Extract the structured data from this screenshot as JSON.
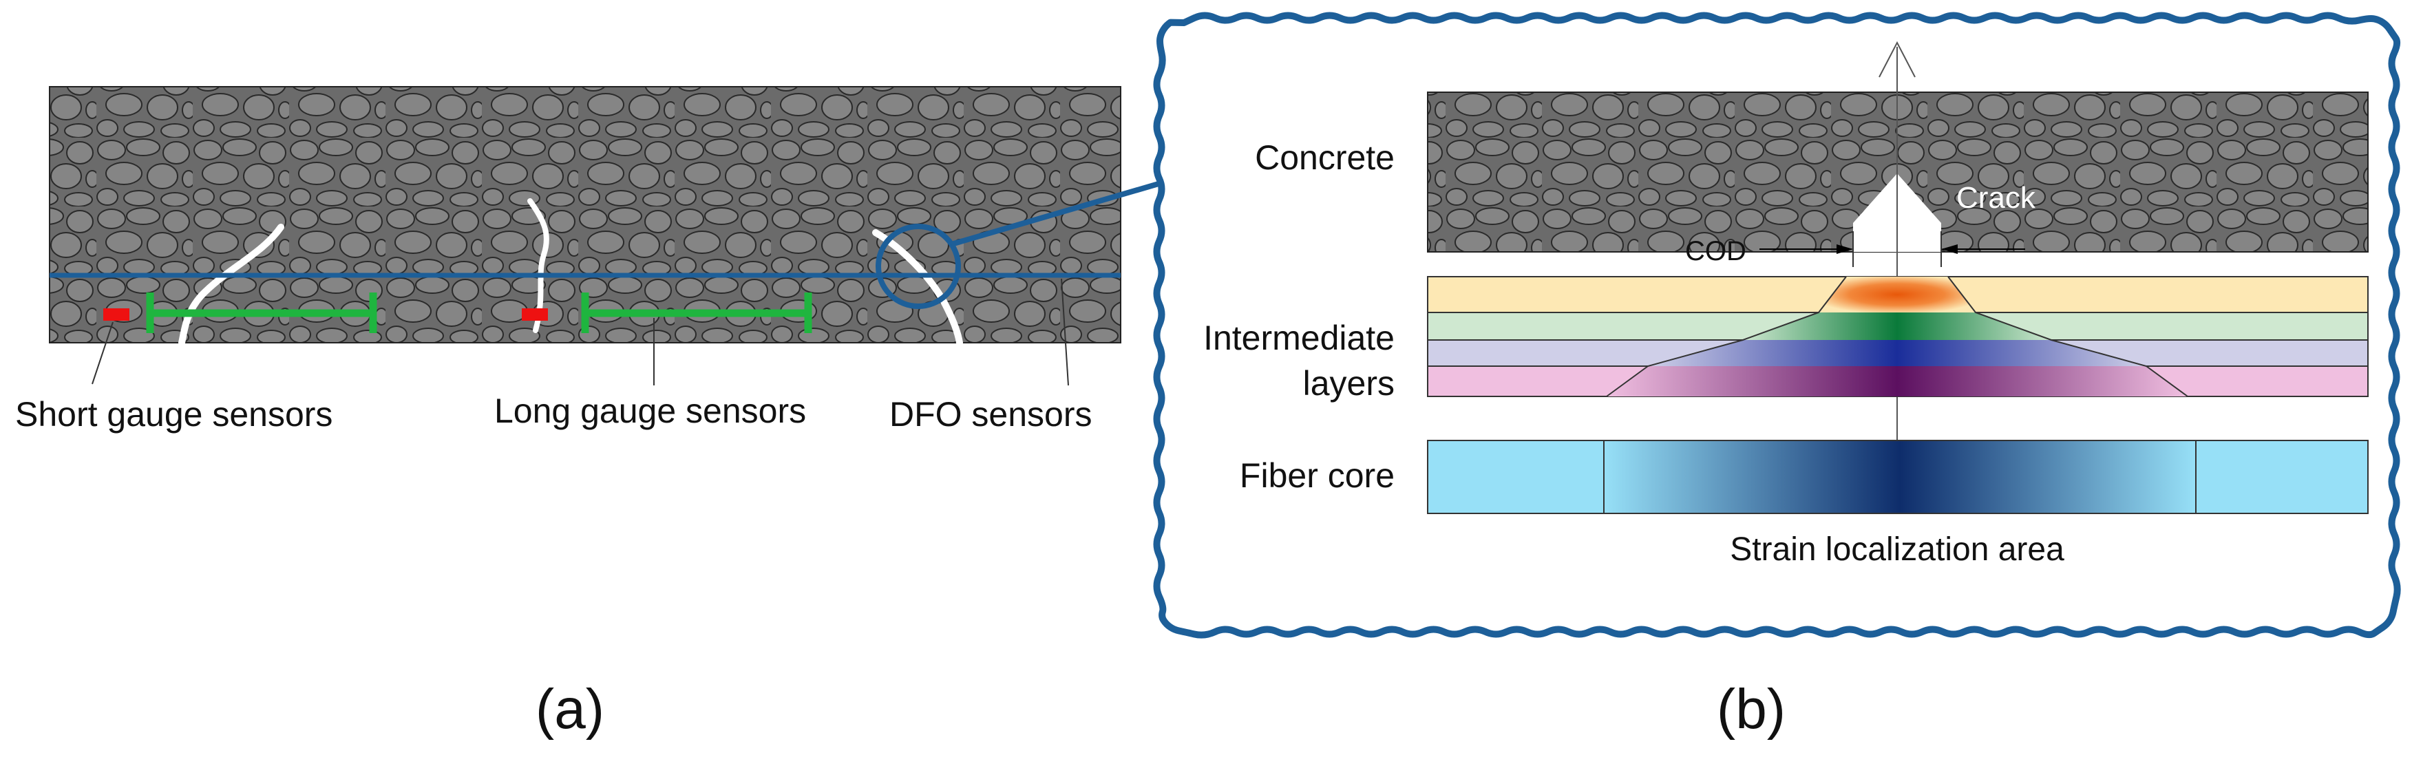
{
  "panel_a": {
    "caption": "(a)",
    "labels": {
      "short_gauge": "Short gauge sensors",
      "long_gauge": "Long gauge sensors",
      "dfo": "DFO sensors"
    }
  },
  "panel_b": {
    "caption": "(b)",
    "labels": {
      "concrete": "Concrete",
      "crack": "Crack",
      "cod": "COD",
      "intermediate_1": "Intermediate",
      "intermediate_2": "layers",
      "fiber_core": "Fiber core",
      "strain_area": "Strain localization area"
    }
  },
  "colors": {
    "concrete": "#6b6b6b",
    "fiber_line": "#1d5f99",
    "long_gauge": "#1fb53f",
    "short_gauge": "#ee1111",
    "layer_yellow": "#fde8b4",
    "layer_green": "#cfe8d0",
    "layer_lavender": "#cfcfe8",
    "layer_pink": "#f0bfe0",
    "fiber_light": "#97e0f7",
    "fiber_dark": "#0e2d6b"
  }
}
